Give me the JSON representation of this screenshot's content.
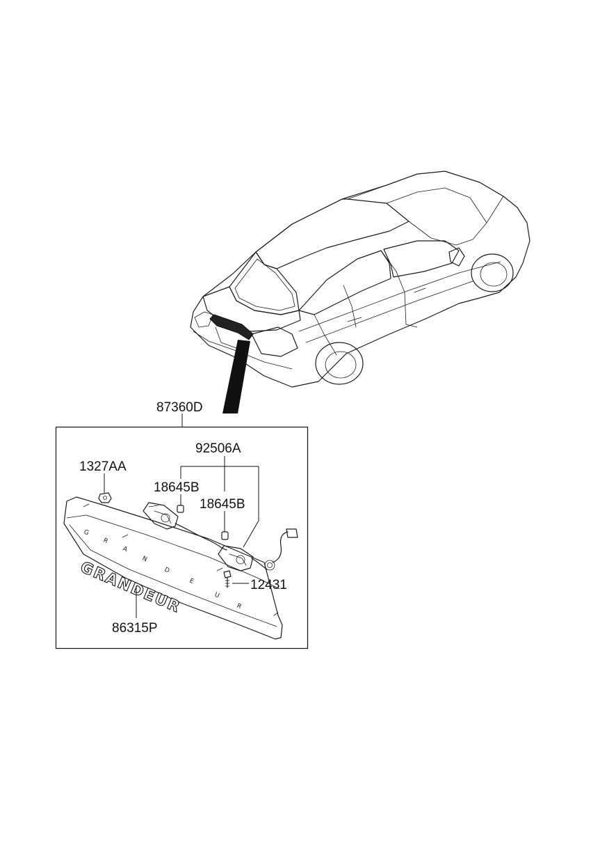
{
  "labels": {
    "assembly": "87360D",
    "wiring": "92506A",
    "clip": "1327AA",
    "bulb_left": "18645B",
    "bulb_right": "18645B",
    "screw": "12431",
    "emblem": "86315P"
  },
  "emblem_text": "GRANDEUR",
  "garnish_letters": [
    "G",
    "R",
    "A",
    "N",
    "D",
    "E",
    "U",
    "R"
  ]
}
